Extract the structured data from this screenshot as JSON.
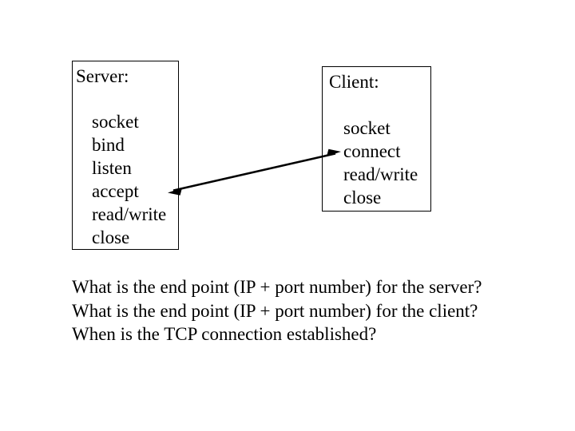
{
  "slide": {
    "background_color": "#ffffff",
    "text_color": "#000000"
  },
  "server_box": {
    "title": "Server:",
    "border_color": "#000000",
    "calls": [
      "socket",
      "bind",
      "listen",
      "accept",
      "read/write",
      "close"
    ]
  },
  "client_box": {
    "title": "Client:",
    "border_color": "#000000",
    "calls": [
      "socket",
      "connect",
      "read/write",
      "close"
    ]
  },
  "connector": {
    "name": "double-headed-arrow",
    "color": "#000000",
    "from": "server-accept",
    "to": "client-connect",
    "double_headed": true
  },
  "questions": {
    "lines": [
      "What is the end point (IP + port number) for the server?",
      "What is the end point (IP + port number) for the client?",
      "When is the TCP connection established?"
    ]
  }
}
